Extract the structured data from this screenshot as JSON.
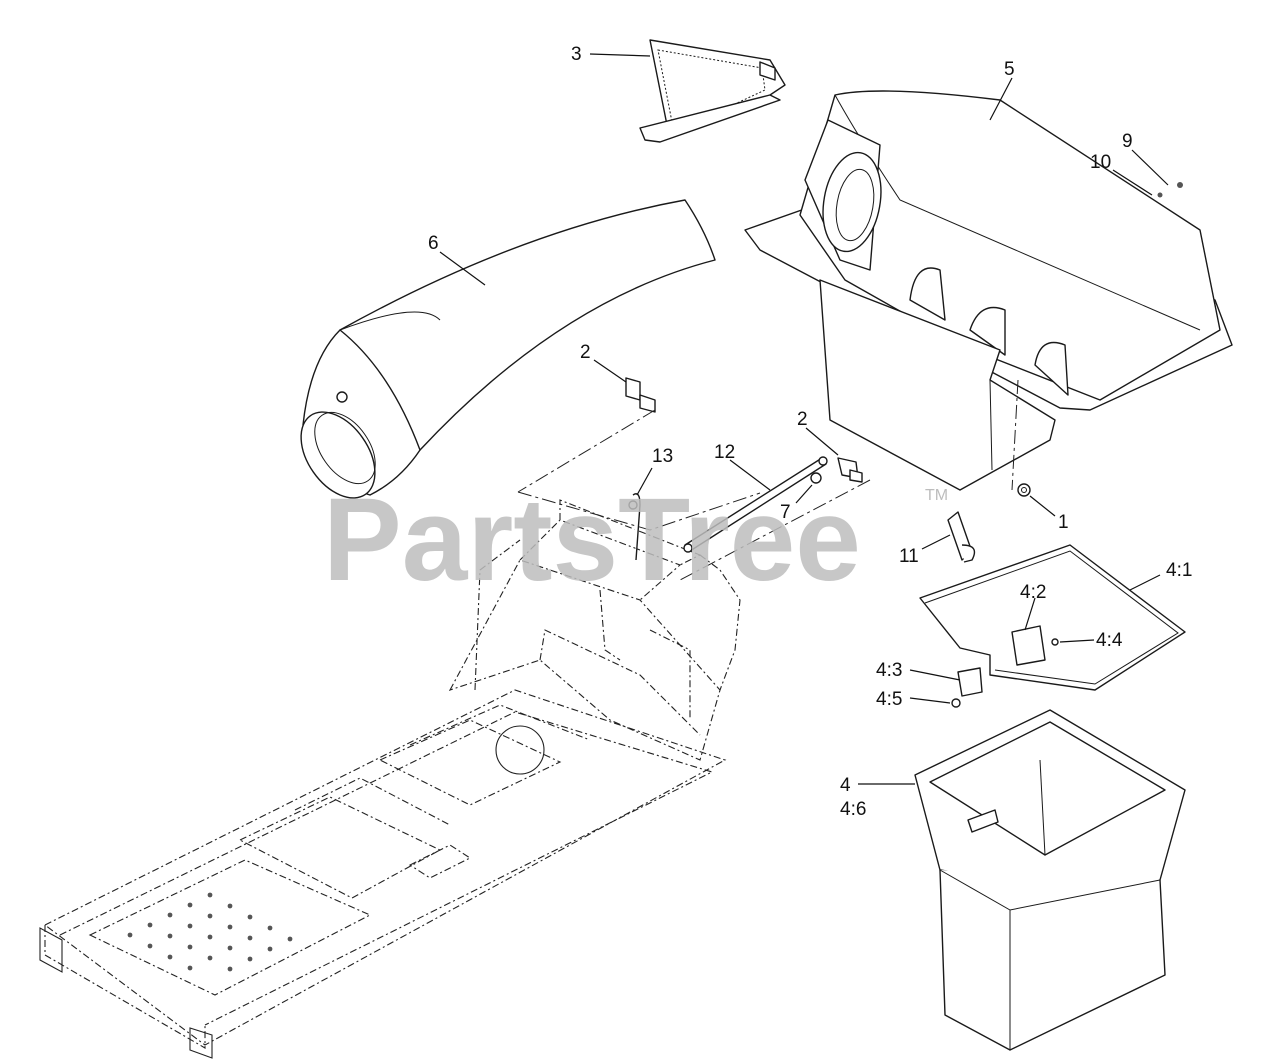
{
  "watermark": {
    "text": "PartsTree",
    "trademark": "TM"
  },
  "callouts": {
    "c1": "1",
    "c2a": "2",
    "c2b": "2",
    "c3": "3",
    "c4": "4",
    "c4_6": "4:6",
    "c4_1": "4:1",
    "c4_2": "4:2",
    "c4_3": "4:3",
    "c4_4": "4:4",
    "c4_5": "4:5",
    "c5": "5",
    "c6": "6",
    "c7": "7",
    "c9": "9",
    "c10": "10",
    "c11": "11",
    "c12": "12",
    "c13": "13"
  }
}
